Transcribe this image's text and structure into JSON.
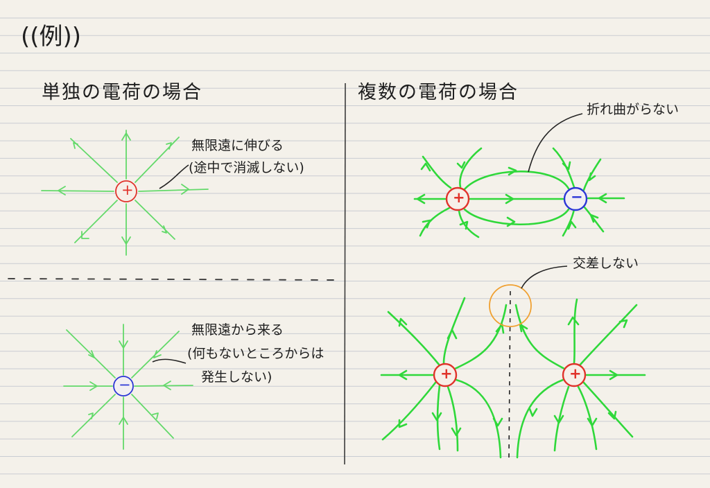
{
  "example_label": "((例))",
  "left": {
    "heading": "単独の電荷の場合",
    "positive_charge_sign": "+",
    "negative_charge_sign": "−",
    "note_top_line1": "無限遠に伸びる",
    "note_top_line2": "(途中で消滅しない)",
    "note_bottom_line1": "無限遠から来る",
    "note_bottom_line2": "(何もないところからは",
    "note_bottom_line3": "発生しない)"
  },
  "right": {
    "heading": "複数の電荷の場合",
    "note_bend": "折れ曲がらない",
    "note_cross": "交差しない",
    "positive_charge_sign": "+",
    "negative_charge_sign": "−"
  },
  "colors": {
    "paper": "#f4f1ea",
    "rule_line": "#c9ccd2",
    "ink": "#1e1e1e",
    "field_line": "#2fd83a",
    "single_field_line": "#63d96a",
    "positive_charge": "#e0322a",
    "negative_charge": "#2b36d6",
    "highlight_circle": "#f0a030"
  }
}
